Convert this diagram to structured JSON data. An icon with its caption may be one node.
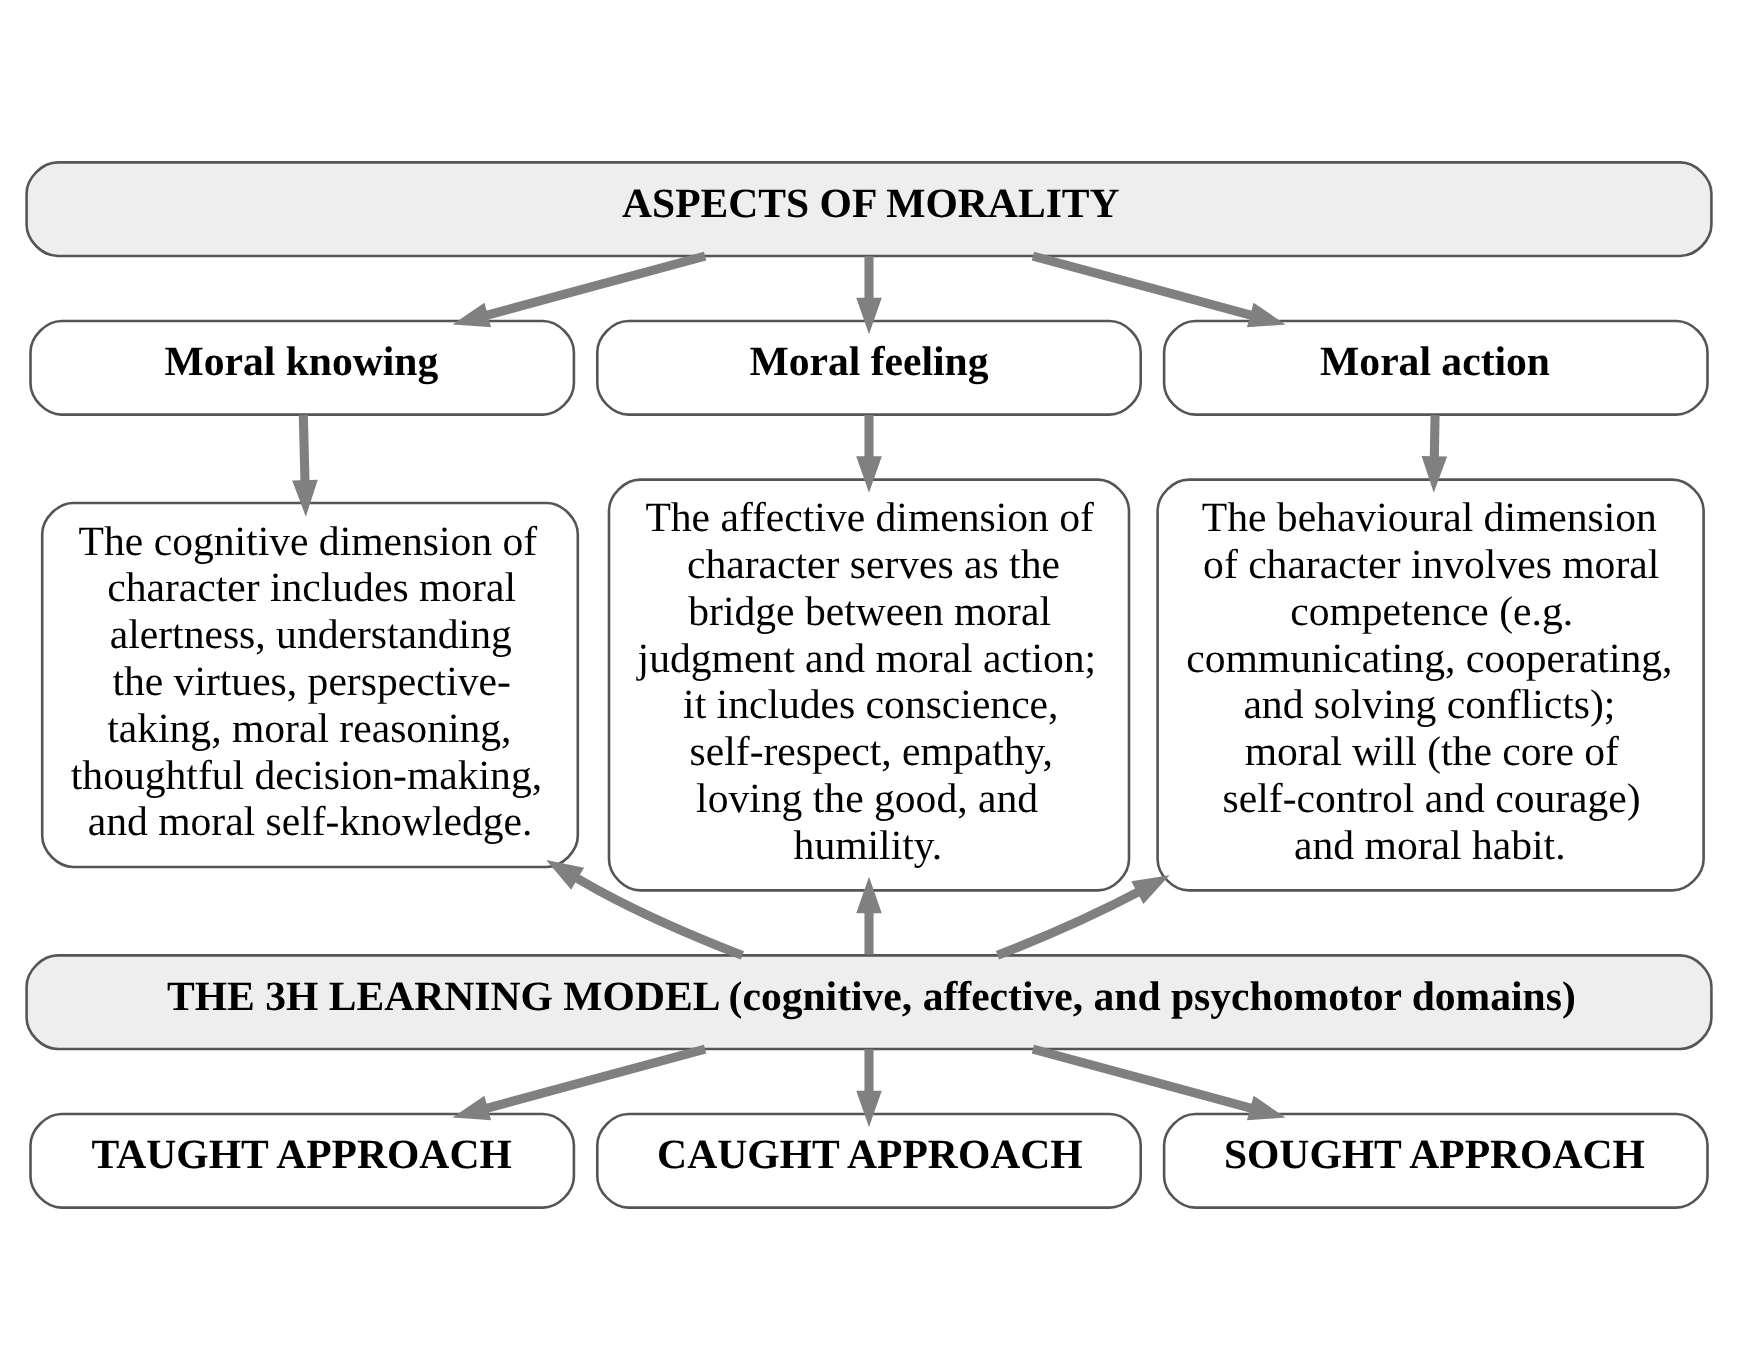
{
  "diagram": {
    "nodes": [
      {
        "text": [
          "ASPECTS OF MORALITY"
        ]
      },
      {
        "text": [
          "Moral knowing"
        ]
      },
      {
        "text": [
          "Moral feeling"
        ]
      },
      {
        "text": [
          "Moral action"
        ]
      },
      {
        "text": [
          "The cognitive dimension of character includes moral alertness, understanding the virtues, perspective-taking, moral reasoning, thoughtful decision-making, and moral self-knowledge."
        ]
      },
      {
        "text": [
          "The affective dimension of character serves as the bridge between moral judgment and moral action; it includes conscience, self-respect, empathy, loving the good, and humility."
        ]
      },
      {
        "text": [
          "The behavioural dimension of character involves moral competence (e.g. communicating, cooperating, and solving conflicts); moral will (the core of self-control and courage) and moral habit."
        ]
      },
      {
        "text": [
          "THE 3H LEARNING MODEL (cognitive, affective, and psychomotor domains)"
        ]
      },
      {
        "text": [
          "TAUGHT APPROACH"
        ]
      },
      {
        "text": [
          "CAUGHT APPROACH"
        ]
      },
      {
        "text": [
          "SOUGHT APPROACH"
        ]
      }
    ],
    "edges": [
      {
        "from": 0,
        "to": 1,
        "arrow": "to"
      },
      {
        "from": 0,
        "to": 2,
        "arrow": "to"
      },
      {
        "from": 0,
        "to": 3,
        "arrow": "to"
      },
      {
        "from": 1,
        "to": 4,
        "arrow": "to"
      },
      {
        "from": 2,
        "to": 5,
        "arrow": "to"
      },
      {
        "from": 3,
        "to": 6,
        "arrow": "to"
      },
      {
        "from": 7,
        "to": 4,
        "arrow": "to"
      },
      {
        "from": 7,
        "to": 5,
        "arrow": "to"
      },
      {
        "from": 7,
        "to": 6,
        "arrow": "to"
      },
      {
        "from": 7,
        "to": 8,
        "arrow": "to"
      },
      {
        "from": 7,
        "to": 9,
        "arrow": "to"
      },
      {
        "from": 7,
        "to": 10,
        "arrow": "to"
      }
    ]
  }
}
